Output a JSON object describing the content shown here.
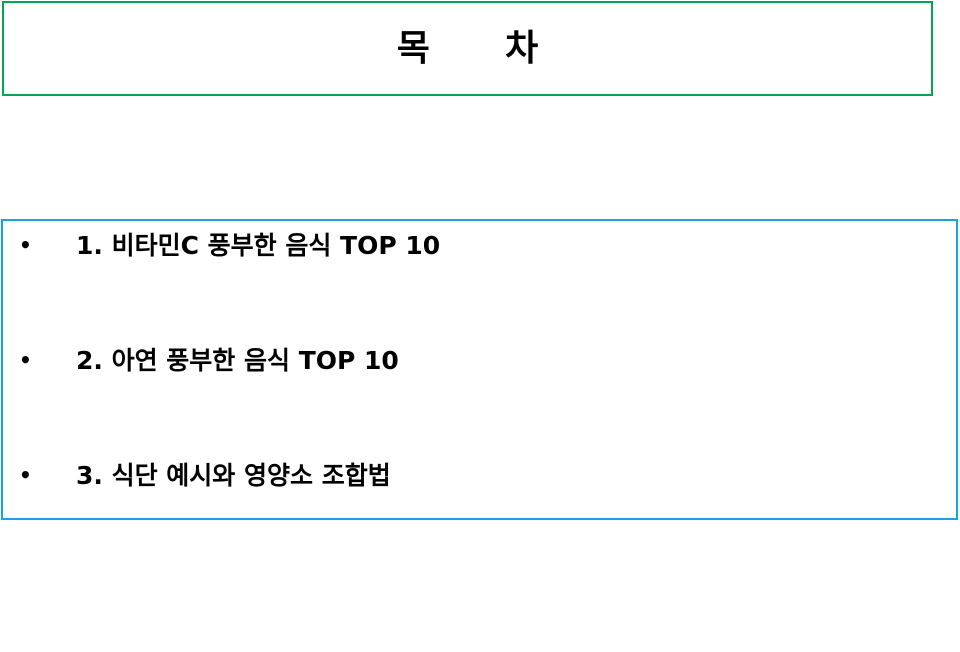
{
  "title": "목      차",
  "toc": {
    "items": [
      {
        "bullet": "•",
        "label": "1. 비타민C 풍부한 음식 TOP 10"
      },
      {
        "bullet": "•",
        "label": "2. 아연 풍부한 음식 TOP 10"
      },
      {
        "bullet": "•",
        "label": "3. 식단 예시와 영양소 조합법"
      }
    ]
  },
  "colors": {
    "title_border": "#00a651",
    "content_border": "#1ba1e2"
  }
}
